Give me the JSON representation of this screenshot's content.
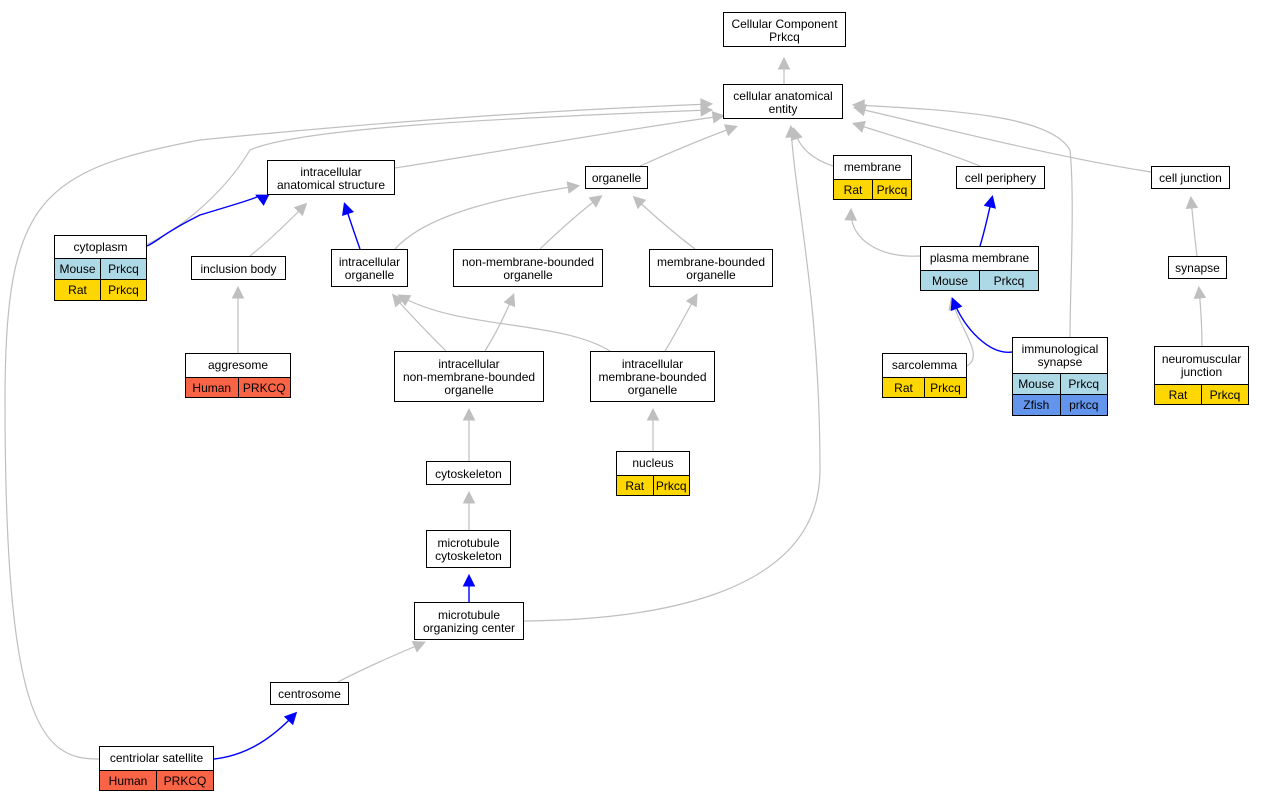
{
  "colors": {
    "mouse": "#add8e6",
    "rat": "#ffd700",
    "human": "#fa6446",
    "zfish": "#6495ed",
    "edge_gray": "#bfbfbf",
    "edge_blue": "#0000ff"
  },
  "nodes": [
    {
      "id": "root",
      "title": "Cellular Component\nPrkcq",
      "rows": []
    },
    {
      "id": "cae",
      "title": "cellular anatomical\nentity",
      "rows": []
    },
    {
      "id": "ias",
      "title": "intracellular\nanatomical structure",
      "rows": []
    },
    {
      "id": "organelle",
      "title": "organelle",
      "rows": []
    },
    {
      "id": "membrane",
      "title": "membrane",
      "rows": [
        [
          {
            "text": "Rat",
            "color": "rat"
          },
          {
            "text": "Prkcq",
            "color": "rat"
          }
        ]
      ]
    },
    {
      "id": "cellperiphery",
      "title": "cell periphery",
      "rows": []
    },
    {
      "id": "celljunction",
      "title": "cell junction",
      "rows": []
    },
    {
      "id": "cytoplasm",
      "title": "cytoplasm",
      "rows": [
        [
          {
            "text": "Mouse",
            "color": "mouse"
          },
          {
            "text": "Prkcq",
            "color": "mouse"
          }
        ],
        [
          {
            "text": "Rat",
            "color": "rat"
          },
          {
            "text": "Prkcq",
            "color": "rat"
          }
        ]
      ]
    },
    {
      "id": "inclusionbody",
      "title": "inclusion body",
      "rows": []
    },
    {
      "id": "intraorganelle",
      "title": "intracellular\norganelle",
      "rows": []
    },
    {
      "id": "nmbo",
      "title": "non-membrane-bounded\norganelle",
      "rows": []
    },
    {
      "id": "mbo",
      "title": "membrane-bounded\norganelle",
      "rows": []
    },
    {
      "id": "plasmamembrane",
      "title": "plasma membrane",
      "rows": [
        [
          {
            "text": "Mouse",
            "color": "mouse"
          },
          {
            "text": "Prkcq",
            "color": "mouse"
          }
        ]
      ]
    },
    {
      "id": "synapse",
      "title": "synapse",
      "rows": []
    },
    {
      "id": "aggresome",
      "title": "aggresome",
      "rows": [
        [
          {
            "text": "Human",
            "color": "human"
          },
          {
            "text": "PRKCQ",
            "color": "human"
          }
        ]
      ]
    },
    {
      "id": "inmbo",
      "title": "intracellular\nnon-membrane-bounded\norganelle",
      "rows": []
    },
    {
      "id": "imbo",
      "title": "intracellular\nmembrane-bounded\norganelle",
      "rows": []
    },
    {
      "id": "sarcolemma",
      "title": "sarcolemma",
      "rows": [
        [
          {
            "text": "Rat",
            "color": "rat"
          },
          {
            "text": "Prkcq",
            "color": "rat"
          }
        ]
      ]
    },
    {
      "id": "immsynapse",
      "title": "immunological\nsynapse",
      "rows": [
        [
          {
            "text": "Mouse",
            "color": "mouse"
          },
          {
            "text": "Prkcq",
            "color": "mouse"
          }
        ],
        [
          {
            "text": "Zfish",
            "color": "zfish"
          },
          {
            "text": "prkcq",
            "color": "zfish"
          }
        ]
      ]
    },
    {
      "id": "nmj",
      "title": "neuromuscular\njunction",
      "rows": [
        [
          {
            "text": "Rat",
            "color": "rat"
          },
          {
            "text": "Prkcq",
            "color": "rat"
          }
        ]
      ]
    },
    {
      "id": "nucleus",
      "title": "nucleus",
      "rows": [
        [
          {
            "text": "Rat",
            "color": "rat"
          },
          {
            "text": "Prkcq",
            "color": "rat"
          }
        ]
      ]
    },
    {
      "id": "cytoskeleton",
      "title": "cytoskeleton",
      "rows": []
    },
    {
      "id": "mtcyto",
      "title": "microtubule\ncytoskeleton",
      "rows": []
    },
    {
      "id": "mtoc",
      "title": "microtubule\norganizing center",
      "rows": []
    },
    {
      "id": "centrosome",
      "title": "centrosome",
      "rows": []
    },
    {
      "id": "centsat",
      "title": "centriolar satellite",
      "rows": [
        [
          {
            "text": "Human",
            "color": "human"
          },
          {
            "text": "PRKCQ",
            "color": "human"
          }
        ]
      ]
    }
  ],
  "edges": [
    {
      "from": "cae",
      "to": "root",
      "color": "gray"
    },
    {
      "from": "ias",
      "to": "cae",
      "color": "gray"
    },
    {
      "from": "organelle",
      "to": "cae",
      "color": "gray"
    },
    {
      "from": "membrane",
      "to": "cae",
      "color": "gray"
    },
    {
      "from": "cellperiphery",
      "to": "cae",
      "color": "gray"
    },
    {
      "from": "celljunction",
      "to": "cae",
      "color": "gray"
    },
    {
      "from": "cytoplasm",
      "to": "cae",
      "color": "gray"
    },
    {
      "from": "cytoplasm",
      "to": "ias",
      "color": "blue"
    },
    {
      "from": "inclusionbody",
      "to": "ias",
      "color": "gray"
    },
    {
      "from": "intraorganelle",
      "to": "ias",
      "color": "blue"
    },
    {
      "from": "intraorganelle",
      "to": "organelle",
      "color": "gray"
    },
    {
      "from": "nmbo",
      "to": "organelle",
      "color": "gray"
    },
    {
      "from": "mbo",
      "to": "organelle",
      "color": "gray"
    },
    {
      "from": "plasmamembrane",
      "to": "membrane",
      "color": "gray"
    },
    {
      "from": "plasmamembrane",
      "to": "cellperiphery",
      "color": "blue"
    },
    {
      "from": "synapse",
      "to": "celljunction",
      "color": "gray"
    },
    {
      "from": "aggresome",
      "to": "inclusionbody",
      "color": "gray"
    },
    {
      "from": "inmbo",
      "to": "intraorganelle",
      "color": "gray"
    },
    {
      "from": "inmbo",
      "to": "nmbo",
      "color": "gray"
    },
    {
      "from": "imbo",
      "to": "intraorganelle",
      "color": "gray"
    },
    {
      "from": "imbo",
      "to": "mbo",
      "color": "gray"
    },
    {
      "from": "sarcolemma",
      "to": "plasmamembrane",
      "color": "gray"
    },
    {
      "from": "immsynapse",
      "to": "plasmamembrane",
      "color": "blue"
    },
    {
      "from": "immsynapse",
      "to": "cae",
      "color": "gray"
    },
    {
      "from": "nmj",
      "to": "synapse",
      "color": "gray"
    },
    {
      "from": "nucleus",
      "to": "imbo",
      "color": "gray"
    },
    {
      "from": "cytoskeleton",
      "to": "inmbo",
      "color": "gray"
    },
    {
      "from": "mtcyto",
      "to": "cytoskeleton",
      "color": "gray"
    },
    {
      "from": "mtoc",
      "to": "mtcyto",
      "color": "blue"
    },
    {
      "from": "mtoc",
      "to": "cae",
      "color": "gray"
    },
    {
      "from": "centrosome",
      "to": "mtoc",
      "color": "gray"
    },
    {
      "from": "centsat",
      "to": "centrosome",
      "color": "blue"
    },
    {
      "from": "centsat",
      "to": "cae",
      "color": "gray"
    }
  ]
}
